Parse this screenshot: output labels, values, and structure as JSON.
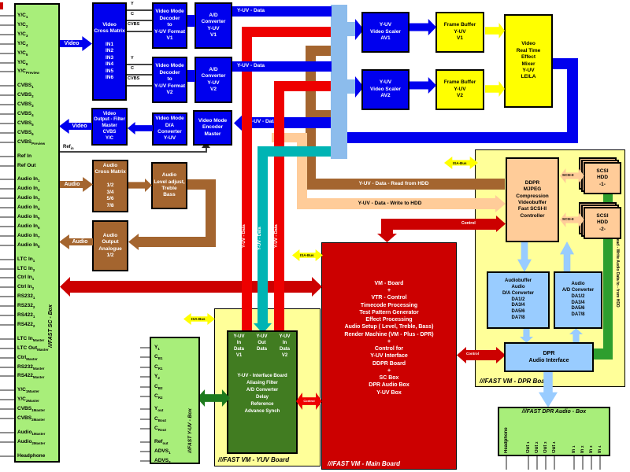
{
  "colors": {
    "blue": "#0000ee",
    "sky": "#8cbcec",
    "yellow": "#ffff00",
    "panel": "#ffff99",
    "red": "#cc0000",
    "bred": "#ee0000",
    "teal": "#00b4b4",
    "brown": "#a4652f",
    "peach": "#ffcc99",
    "lblue": "#99ccff",
    "green": "#a8ee7a",
    "dgreen": "#417c21",
    "busgreen": "#2e9e2e",
    "arrgreen": "#1d7a1d"
  },
  "labels": {
    "video": "Video",
    "audio": "Audio",
    "yuv_data": "Y-UV - Data",
    "read_hdd": "Y-UV - Data - Read from HDD",
    "write_hdd": "Y-UV - Data - Write to HDD",
    "control": "Control",
    "isa_bus": "ISA-Bus",
    "scsi": "SCSI-II",
    "ref_in": "Ref",
    "ref_in_sub": "in",
    "y": "Y",
    "c": "C",
    "cvbs": "CVBS",
    "green_bus": "Read - Write Audio Data to - from HDD"
  },
  "boards": {
    "sc_box": "///FAST  SC - Box",
    "yuv_box": "///FAST  Y-UV - Box",
    "dpr_audio_box": "///FAST  DPR Audio - Box",
    "dpr_board": "///FAST VM -  DPR Board",
    "yuv_board": "///FAST VM -  YUV Board",
    "main_board": "///FAST VM -  Main Board"
  },
  "blocks": {
    "cross_matrix": [
      "Video",
      "Cross Matrix",
      "",
      "IN1",
      "IN2",
      "IN3",
      "IN4",
      "IN5",
      "IN6"
    ],
    "decoder_v1": [
      "Video Mode",
      "Decoder",
      "to",
      "Y-UV Format",
      "V1"
    ],
    "adc_v1": [
      "A/D",
      "Converter",
      "Y-UV",
      "V1"
    ],
    "decoder_v2": [
      "Video Mode",
      "Decoder",
      "to",
      "Y-UV Format",
      "V2"
    ],
    "adc_v2": [
      "A/D",
      "Converter",
      "Y-UV",
      "V2"
    ],
    "output_filter": [
      "Video",
      "Output - Filter",
      "Master",
      "CVBS",
      "Y/C"
    ],
    "dac": [
      "Video Mode",
      "D/A",
      "Converter",
      "Y-UV"
    ],
    "encoder": [
      "Video Mode",
      "Encoder",
      "Master"
    ],
    "scaler_av1": [
      "Y-UV",
      "Video Scaler",
      "AV1"
    ],
    "scaler_av2": [
      "Y-UV",
      "Video Scaler",
      "AV2"
    ],
    "framebuf_v1": [
      "Frame Buffer",
      "Y-UV",
      "V1"
    ],
    "framebuf_v2": [
      "Frame Buffer",
      "Y-UV",
      "V2"
    ],
    "leila": [
      "Video",
      "Real Time",
      "Effect",
      "Mixer",
      "Y-UV",
      "LEILA"
    ],
    "audio_matrix": [
      "Audio",
      "Cross Matrix",
      "",
      "1/2",
      "3/4",
      "5/6",
      "7/8"
    ],
    "audio_level": [
      "Audio",
      "Level adjust,",
      "Treble",
      "Bass"
    ],
    "audio_out": [
      "Audio",
      "Output",
      "Analogue",
      "1/2"
    ],
    "ddpr": [
      "DDPR",
      "MJPEG",
      "Compression",
      "Videobuffer",
      "Fast  SCSI-II",
      "Controller"
    ],
    "hdd1": [
      "SCSI",
      "HDD",
      "-1-"
    ],
    "hdd2": [
      "SCSI",
      "HDD",
      "-2-"
    ],
    "da_conv": [
      "Audiobuffer",
      "Audio",
      "D/A Converter",
      "DA1/2",
      "DA3/4",
      "DA5/6",
      "DA7/8"
    ],
    "ad_conv": [
      "Audio",
      "A/D Converter",
      "DA1/2",
      "DA3/4",
      "DA5/6",
      "DA7/8"
    ],
    "dpr_interface": [
      "DPR",
      "Audio  Interface"
    ],
    "main_board": [
      "VM -  Board",
      "+",
      "VTR - Control",
      "Timecode  Processing",
      "Test Pattern Generator",
      "Effect Processing",
      "Audio Setup  ( Level, Treble, Bass)",
      "Render  Machine (VM - Plus -  DPR)",
      "+",
      "Control for",
      "Y-UV  Interface",
      "DDPR Board",
      "+",
      "SC  Box",
      "DPR Audio  Box",
      "Y-UV  Box"
    ]
  },
  "yuv_green": {
    "cols": [
      [
        "Y-UV",
        "In",
        "Data",
        "V1"
      ],
      [
        "Y-UV",
        "Out",
        "Data"
      ],
      [
        "Y-UV",
        "In",
        "Data",
        "V2"
      ]
    ],
    "body": [
      "Y-UV - Interface Board",
      "Aliasing Filter",
      "A/D Converter",
      "Delay",
      "Reference",
      "Advance  Synch"
    ]
  },
  "sc_rows": [
    [
      "Y/C",
      "1"
    ],
    [
      "Y/C",
      "2"
    ],
    [
      "Y/C",
      "3"
    ],
    [
      "Y/C",
      "4"
    ],
    [
      "Y/C",
      "5"
    ],
    [
      "Y/C",
      "6"
    ],
    [
      "Y/C",
      "Preview"
    ],
    [
      "CVBS",
      "1",
      "g"
    ],
    [
      "CVBS",
      "2"
    ],
    [
      "CVBS",
      "3"
    ],
    [
      "CVBS",
      "4"
    ],
    [
      "CVBS",
      "5"
    ],
    [
      "CVBS",
      "6"
    ],
    [
      "CVBS",
      "Preview"
    ],
    [
      "Ref In",
      "",
      "g"
    ],
    [
      "Ref Out",
      ""
    ],
    [
      "Audio In",
      "1",
      "g"
    ],
    [
      "Audio In",
      "2"
    ],
    [
      "Audio In",
      "3"
    ],
    [
      "Audio In",
      "4"
    ],
    [
      "Audio In",
      "5"
    ],
    [
      "Audio In",
      "6"
    ],
    [
      "Audio In",
      "7"
    ],
    [
      "Audio In",
      "8"
    ],
    [
      "LTC In",
      "1",
      "g"
    ],
    [
      "LTC In",
      "2"
    ],
    [
      "Ctrl In",
      "1"
    ],
    [
      "Ctrl In",
      "2"
    ],
    [
      "RS232",
      "1"
    ],
    [
      "RS232",
      "2"
    ],
    [
      "RS422",
      "1"
    ],
    [
      "RS422",
      "2"
    ],
    [
      "LTC In",
      "Master",
      "g"
    ],
    [
      "LTC Out",
      "Master"
    ],
    [
      "Ctrl",
      "Master"
    ],
    [
      "RS232",
      "Master"
    ],
    [
      "RS422",
      "Master"
    ],
    [
      "Y/C",
      "1Master",
      "g"
    ],
    [
      "Y/C",
      "2Master"
    ],
    [
      "CVBS",
      "1Master"
    ],
    [
      "CVBS",
      "2Master"
    ],
    [
      "Audio",
      "1Master",
      "g"
    ],
    [
      "Audio",
      "2Master"
    ],
    [
      "Headphone",
      "",
      "g"
    ]
  ],
  "yuv_rows": [
    [
      "Y",
      "1"
    ],
    [
      "C",
      "B1"
    ],
    [
      "C",
      "R1"
    ],
    [
      "Y",
      "2"
    ],
    [
      "C",
      "B2"
    ],
    [
      "C",
      "R2"
    ],
    [
      "Y",
      "out",
      "g"
    ],
    [
      "C",
      "Bout"
    ],
    [
      "C",
      "Rout"
    ],
    [
      "Ref",
      "out",
      "g"
    ],
    [
      "ADVS",
      "1"
    ],
    [
      "ADVS",
      "2"
    ]
  ],
  "audio_pins": {
    "headphone": "Headphone",
    "outs": [
      [
        "Out",
        "1"
      ],
      [
        "Out",
        "2"
      ],
      [
        "Out",
        "3"
      ],
      [
        "Out",
        "4"
      ]
    ],
    "ins": [
      [
        "In",
        "1"
      ],
      [
        "In",
        "2"
      ],
      [
        "In",
        "3"
      ],
      [
        "In",
        "4"
      ]
    ]
  }
}
